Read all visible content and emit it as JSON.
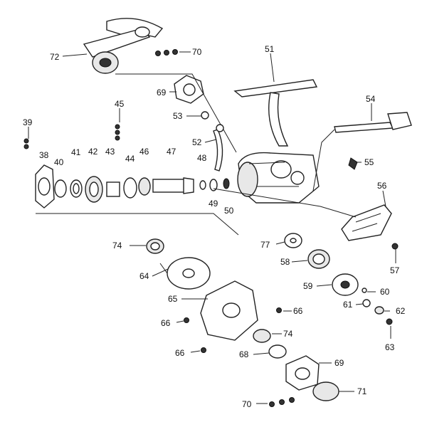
{
  "callouts": [
    {
      "id": "c72",
      "text": "72"
    },
    {
      "id": "c70a",
      "text": "70"
    },
    {
      "id": "c51",
      "text": "51"
    },
    {
      "id": "c69a",
      "text": "69"
    },
    {
      "id": "c54",
      "text": "54"
    },
    {
      "id": "c45",
      "text": "45"
    },
    {
      "id": "c53",
      "text": "53"
    },
    {
      "id": "c39",
      "text": "39"
    },
    {
      "id": "c52",
      "text": "52"
    },
    {
      "id": "c38",
      "text": "38"
    },
    {
      "id": "c40",
      "text": "40"
    },
    {
      "id": "c41",
      "text": "41"
    },
    {
      "id": "c42",
      "text": "42"
    },
    {
      "id": "c43",
      "text": "43"
    },
    {
      "id": "c44",
      "text": "44"
    },
    {
      "id": "c46",
      "text": "46"
    },
    {
      "id": "c47",
      "text": "47"
    },
    {
      "id": "c48",
      "text": "48"
    },
    {
      "id": "c55",
      "text": "55"
    },
    {
      "id": "c56",
      "text": "56"
    },
    {
      "id": "c49",
      "text": "49"
    },
    {
      "id": "c50",
      "text": "50"
    },
    {
      "id": "c74a",
      "text": "74"
    },
    {
      "id": "c77",
      "text": "77"
    },
    {
      "id": "c57",
      "text": "57"
    },
    {
      "id": "c64",
      "text": "64"
    },
    {
      "id": "c58",
      "text": "58"
    },
    {
      "id": "c65",
      "text": "65"
    },
    {
      "id": "c59",
      "text": "59"
    },
    {
      "id": "c60",
      "text": "60"
    },
    {
      "id": "c66a",
      "text": "66"
    },
    {
      "id": "c66b",
      "text": "66"
    },
    {
      "id": "c61",
      "text": "61"
    },
    {
      "id": "c62",
      "text": "62"
    },
    {
      "id": "c74b",
      "text": "74"
    },
    {
      "id": "c63",
      "text": "63"
    },
    {
      "id": "c66c",
      "text": "66"
    },
    {
      "id": "c68",
      "text": "68"
    },
    {
      "id": "c69b",
      "text": "69"
    },
    {
      "id": "c71",
      "text": "71"
    },
    {
      "id": "c70b",
      "text": "70"
    }
  ]
}
